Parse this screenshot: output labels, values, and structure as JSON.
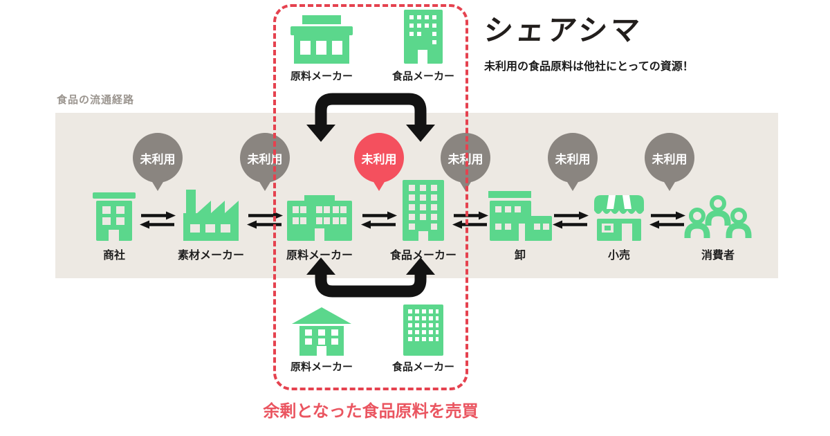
{
  "brand": {
    "logo": "シェアシマ",
    "tagline": "未利用の食品原料は他社にとっての資源！"
  },
  "section": {
    "title": "食品の流通経路"
  },
  "colors": {
    "green": "#5BD78C",
    "band_background": "#EDE9E3",
    "gray_bubble": "#8A8580",
    "red_bubble": "#F4505E",
    "red_dashed": "#E5424F",
    "red_caption": "#EA5560",
    "text_black": "#1F1F1F"
  },
  "flow": {
    "entities": [
      {
        "label": "商社",
        "icon": "office-building-icon"
      },
      {
        "label": "素材メーカー",
        "icon": "factory-icon"
      },
      {
        "label": "原料メーカー",
        "icon": "wide-building-icon"
      },
      {
        "label": "食品メーカー",
        "icon": "tall-building-icon"
      },
      {
        "label": "卸",
        "icon": "warehouse-icon"
      },
      {
        "label": "小売",
        "icon": "storefront-icon"
      },
      {
        "label": "消費者",
        "icon": "people-icon"
      }
    ],
    "unused_bubbles": [
      {
        "label": "未利用",
        "variant": "gray"
      },
      {
        "label": "未利用",
        "variant": "gray"
      },
      {
        "label": "未利用",
        "variant": "red"
      },
      {
        "label": "未利用",
        "variant": "gray"
      },
      {
        "label": "未利用",
        "variant": "gray"
      },
      {
        "label": "未利用",
        "variant": "gray"
      }
    ]
  },
  "highlight": {
    "top_pair": [
      {
        "label": "原料メーカー",
        "icon": "shop-building-icon"
      },
      {
        "label": "食品メーカー",
        "icon": "city-building-icon"
      }
    ],
    "bottom_pair": [
      {
        "label": "原料メーカー",
        "icon": "house-building-icon"
      },
      {
        "label": "食品メーカー",
        "icon": "office-block-icon"
      }
    ],
    "caption": "余剰となった食品原料を売買"
  }
}
